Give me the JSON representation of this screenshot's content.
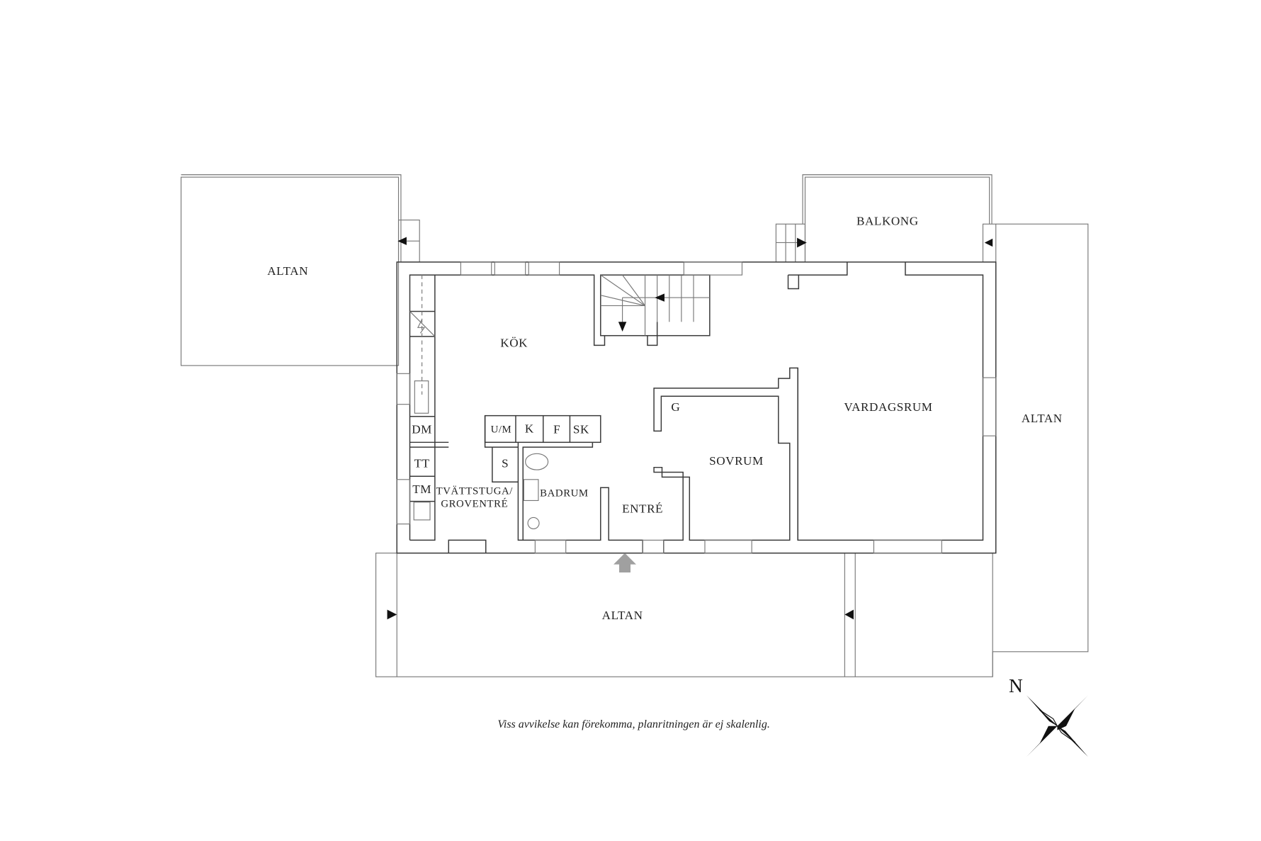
{
  "floorplan": {
    "rooms": {
      "altan_west": "ALTAN",
      "balkong": "BALKONG",
      "kok": "KÖK",
      "altan_east": "ALTAN",
      "vardagsrum": "VARDAGSRUM",
      "g": "G",
      "um": "U/M",
      "k": "K",
      "f": "F",
      "sk": "SK",
      "dm": "DM",
      "tt": "TT",
      "tm": "TM",
      "s": "S",
      "sovrum": "SOVRUM",
      "tvattstuga_1": "TVÄTTSTUGA/",
      "tvattstuga_2": "GROVENTRÉ",
      "badrum": "BADRUM",
      "entre": "ENTRÉ",
      "altan_south": "ALTAN"
    },
    "compass_label": "N",
    "disclaimer": "Viss avvikelse kan förekomma, planritningen är ej skalenlig.",
    "colors": {
      "walls": "#3a3a3a",
      "entrance_arrow": "#a0a0a0",
      "compass": "#111111"
    }
  }
}
